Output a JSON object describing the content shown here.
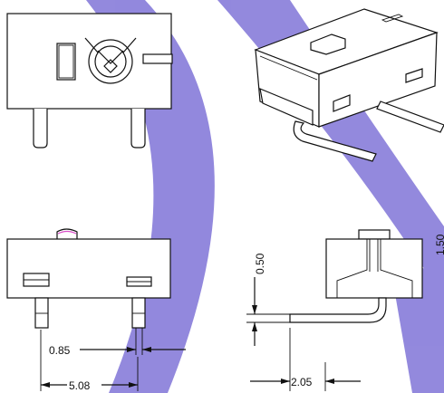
{
  "colors": {
    "watermark": "#7b6fd6",
    "line": "#111111",
    "pink_accent": "#d94fc9"
  },
  "icons": {
    "logo": "vsw-seal-logo"
  },
  "dimensions": {
    "pin_width": "0.85",
    "pin_pitch": "5.08",
    "height_offset": "0.50",
    "lead_length": "2.05",
    "cut_height": "1.50"
  }
}
